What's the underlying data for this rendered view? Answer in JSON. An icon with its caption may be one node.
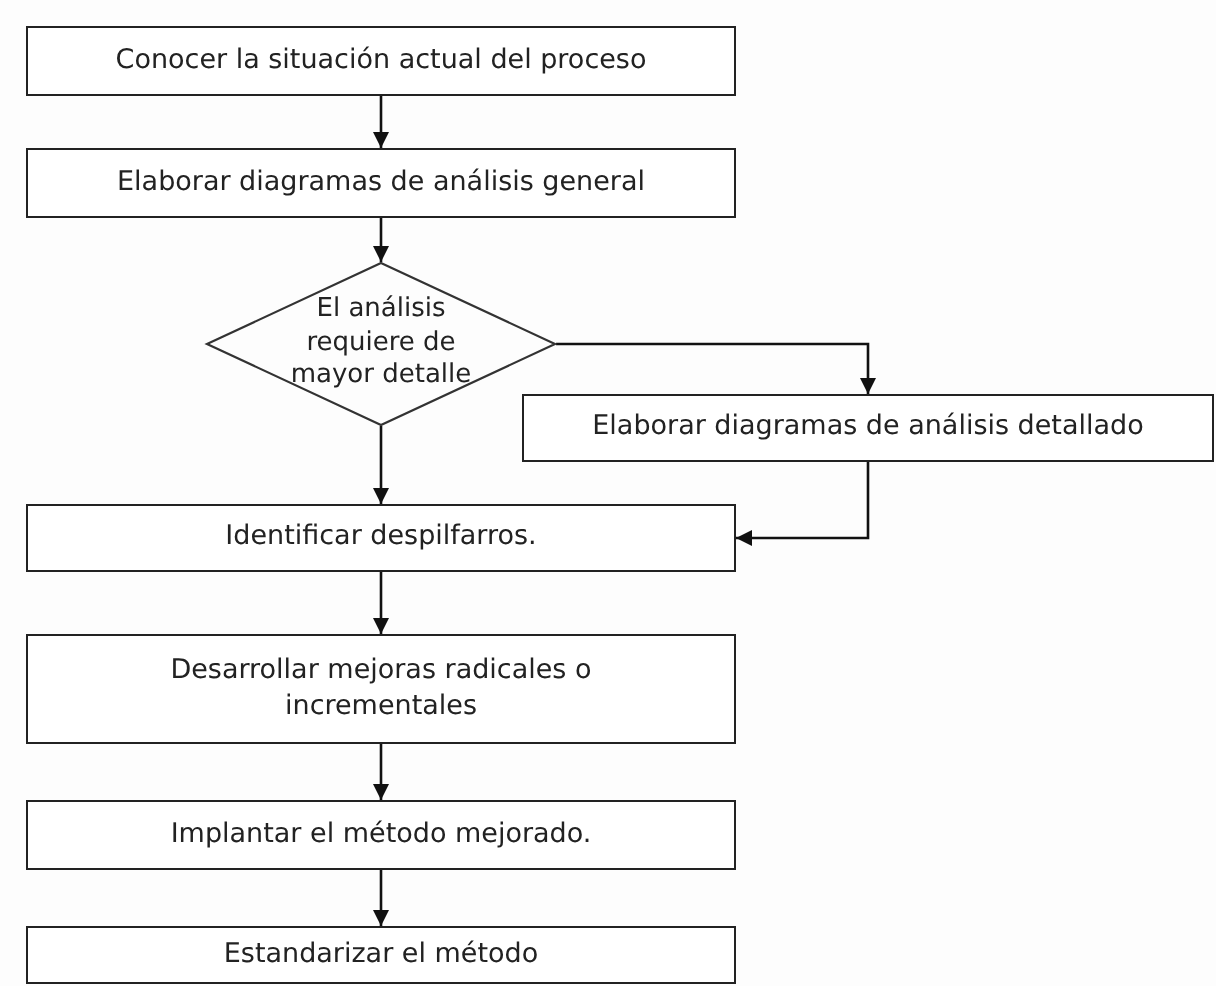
{
  "diagram": {
    "nodes": [
      {
        "text": [
          "Conocer la situación actual del proceso"
        ]
      },
      {
        "text": [
          "Elaborar diagramas de análisis general"
        ]
      },
      {
        "text": [
          "El análisis requiere de mayor detalle"
        ]
      },
      {
        "text": [
          "Elaborar diagramas de análisis detallado"
        ]
      },
      {
        "text": [
          "Identificar despilfarros."
        ]
      },
      {
        "text": [
          "Desarrollar mejoras radicales o incrementales"
        ]
      },
      {
        "text": [
          "Implantar el método mejorado."
        ]
      },
      {
        "text": [
          "Estandarizar el método"
        ]
      }
    ],
    "edges": [
      {
        "from": 0,
        "to": 1,
        "arrow": "to"
      },
      {
        "from": 1,
        "to": 2,
        "arrow": "to"
      },
      {
        "from": 2,
        "to": 3,
        "arrow": "to"
      },
      {
        "from": 2,
        "to": 4,
        "arrow": "to"
      },
      {
        "from": 3,
        "to": 4,
        "arrow": "to"
      },
      {
        "from": 4,
        "to": 5,
        "arrow": "to"
      },
      {
        "from": 5,
        "to": 6,
        "arrow": "to"
      },
      {
        "from": 6,
        "to": 7,
        "arrow": "to"
      }
    ]
  }
}
